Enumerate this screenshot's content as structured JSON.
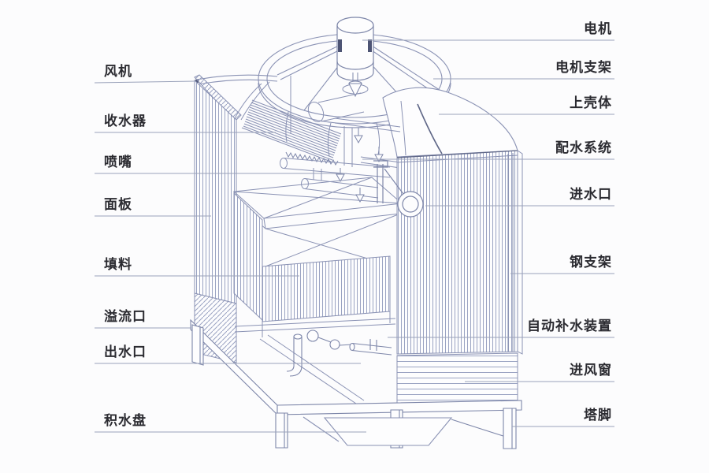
{
  "labels": {
    "left": [
      "风机",
      "收水器",
      "喷嘴",
      "面板",
      "填料",
      "溢流口",
      "出水口",
      "积水盘"
    ],
    "right": [
      "电机",
      "电机支架",
      "上壳体",
      "配水系统",
      "进水口",
      "钢支架",
      "自动补水装置",
      "进风窗",
      "塔脚"
    ]
  },
  "colors": {
    "line": "#8a92b4",
    "line_dark": "#5f6787",
    "stripe": "#9aa3c2",
    "leader": "#9aa2ba",
    "text": "#2b2b31",
    "background": "#fcfcfd"
  }
}
